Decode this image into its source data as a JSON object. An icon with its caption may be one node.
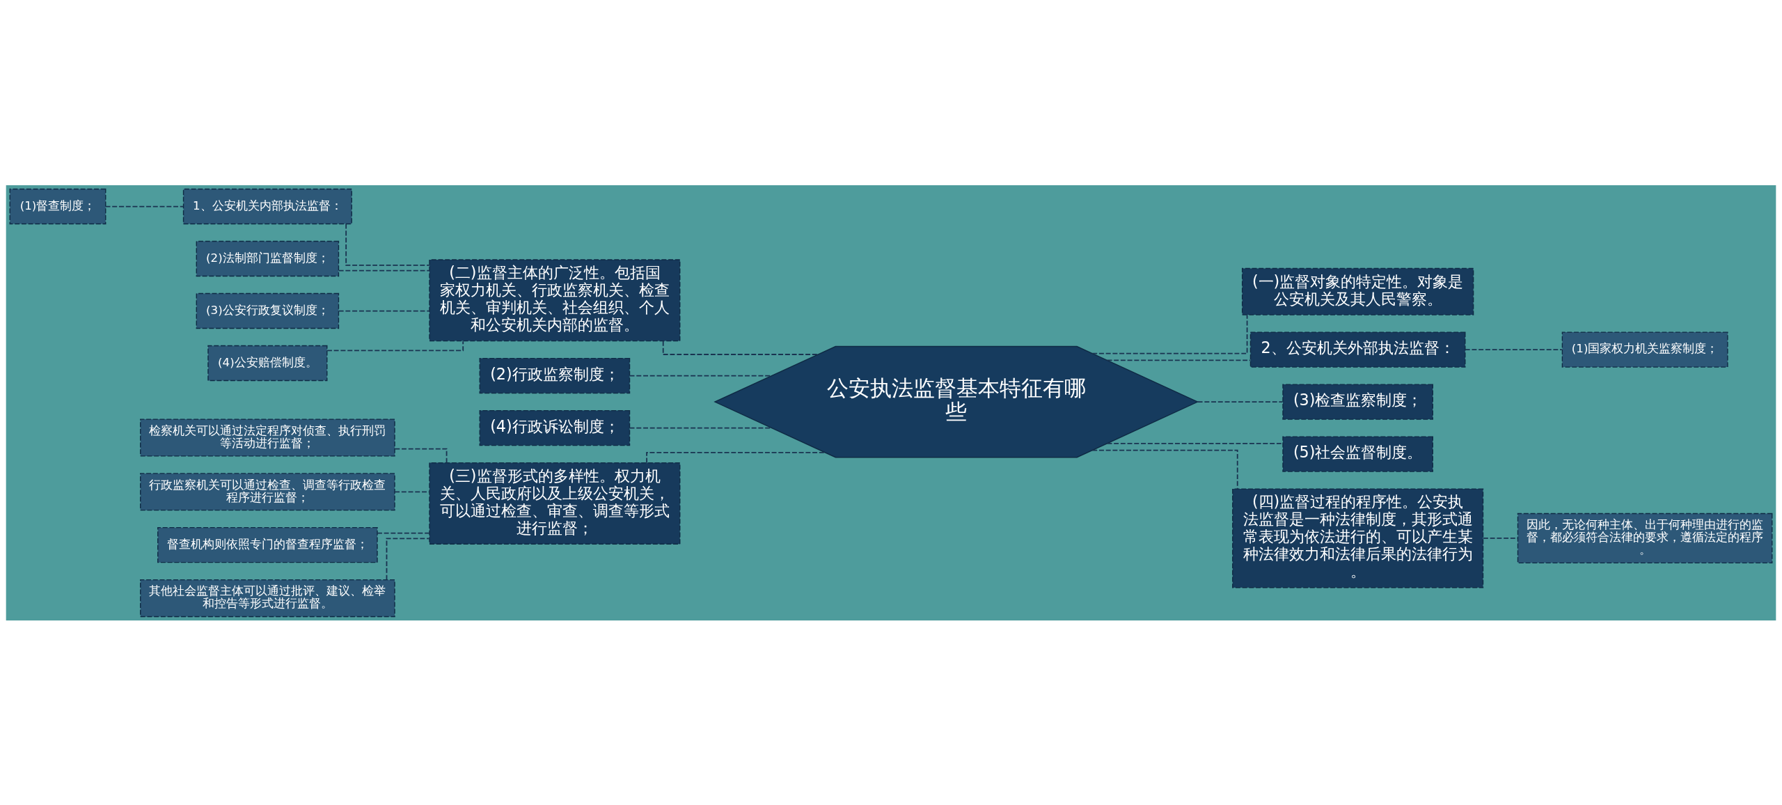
{
  "diagram": {
    "nodes": [
      {
        "text": [
          "公安执法监督基本特征有哪些"
        ]
      },
      {
        "text": [
          "(二)监督主体的广泛性。包括国家权力机关、行政监察机关、检查机关、审判机关、社会组织、个人和公安机关内部的监督。"
        ]
      },
      {
        "text": [
          "1、公安机关内部执法监督："
        ]
      },
      {
        "text": [
          "(1)督查制度；"
        ]
      },
      {
        "text": [
          "(2)法制部门监督制度；"
        ]
      },
      {
        "text": [
          "(3)公安行政复议制度；"
        ]
      },
      {
        "text": [
          "(4)公安赔偿制度。"
        ]
      },
      {
        "text": [
          "(2)行政监察制度；"
        ]
      },
      {
        "text": [
          "(4)行政诉讼制度；"
        ]
      },
      {
        "text": [
          "(三)监督形式的多样性。权力机关、人民政府以及上级公安机关，可以通过检查、审查、调查等形式进行监督；"
        ]
      },
      {
        "text": [
          "检察机关可以通过法定程序对侦查、执行刑罚等活动进行监督；"
        ]
      },
      {
        "text": [
          "行政监察机关可以通过检查、调查等行政检查程序进行监督；"
        ]
      },
      {
        "text": [
          "督查机构则依照专门的督查程序监督；"
        ]
      },
      {
        "text": [
          "其他社会监督主体可以通过批评、建议、检举和控告等形式进行监督。"
        ]
      },
      {
        "text": [
          "(一)监督对象的特定性。对象是公安机关及其人民警察。"
        ]
      },
      {
        "text": [
          "2、公安机关外部执法监督："
        ]
      },
      {
        "text": [
          "(1)国家权力机关监察制度；"
        ]
      },
      {
        "text": [
          "(3)检查监察制度；"
        ]
      },
      {
        "text": [
          "(5)社会监督制度。"
        ]
      },
      {
        "text": [
          "(四)监督过程的程序性。公安执法监督是一种法律制度，其形式通常表现为依法进行的、可以产生某种法律效力和法律后果的法律行为。"
        ]
      },
      {
        "text": [
          "因此，无论何种主体、出于何种理由进行的监督，都必须符合法律的要求，遵循法定的程序。"
        ]
      }
    ],
    "edges": [
      {
        "from": 0,
        "to": 1,
        "arrow": "none",
        "style": "dashed"
      },
      {
        "from": 1,
        "to": 2,
        "arrow": "none",
        "style": "dashed"
      },
      {
        "from": 2,
        "to": 3,
        "arrow": "none",
        "style": "dashed"
      },
      {
        "from": 1,
        "to": 4,
        "arrow": "none",
        "style": "dashed"
      },
      {
        "from": 1,
        "to": 5,
        "arrow": "none",
        "style": "dashed"
      },
      {
        "from": 1,
        "to": 6,
        "arrow": "none",
        "style": "dashed"
      },
      {
        "from": 0,
        "to": 7,
        "arrow": "none",
        "style": "dashed"
      },
      {
        "from": 0,
        "to": 8,
        "arrow": "none",
        "style": "dashed"
      },
      {
        "from": 0,
        "to": 9,
        "arrow": "none",
        "style": "dashed"
      },
      {
        "from": 9,
        "to": 10,
        "arrow": "none",
        "style": "dashed"
      },
      {
        "from": 9,
        "to": 11,
        "arrow": "none",
        "style": "dashed"
      },
      {
        "from": 9,
        "to": 12,
        "arrow": "none",
        "style": "dashed"
      },
      {
        "from": 9,
        "to": 13,
        "arrow": "none",
        "style": "dashed"
      },
      {
        "from": 0,
        "to": 14,
        "arrow": "none",
        "style": "dashed"
      },
      {
        "from": 0,
        "to": 15,
        "arrow": "none",
        "style": "dashed"
      },
      {
        "from": 15,
        "to": 16,
        "arrow": "none",
        "style": "dashed"
      },
      {
        "from": 0,
        "to": 17,
        "arrow": "none",
        "style": "dashed"
      },
      {
        "from": 0,
        "to": 18,
        "arrow": "none",
        "style": "dashed"
      },
      {
        "from": 0,
        "to": 19,
        "arrow": "none",
        "style": "dashed"
      },
      {
        "from": 19,
        "to": 20,
        "arrow": "none",
        "style": "dashed"
      }
    ]
  }
}
